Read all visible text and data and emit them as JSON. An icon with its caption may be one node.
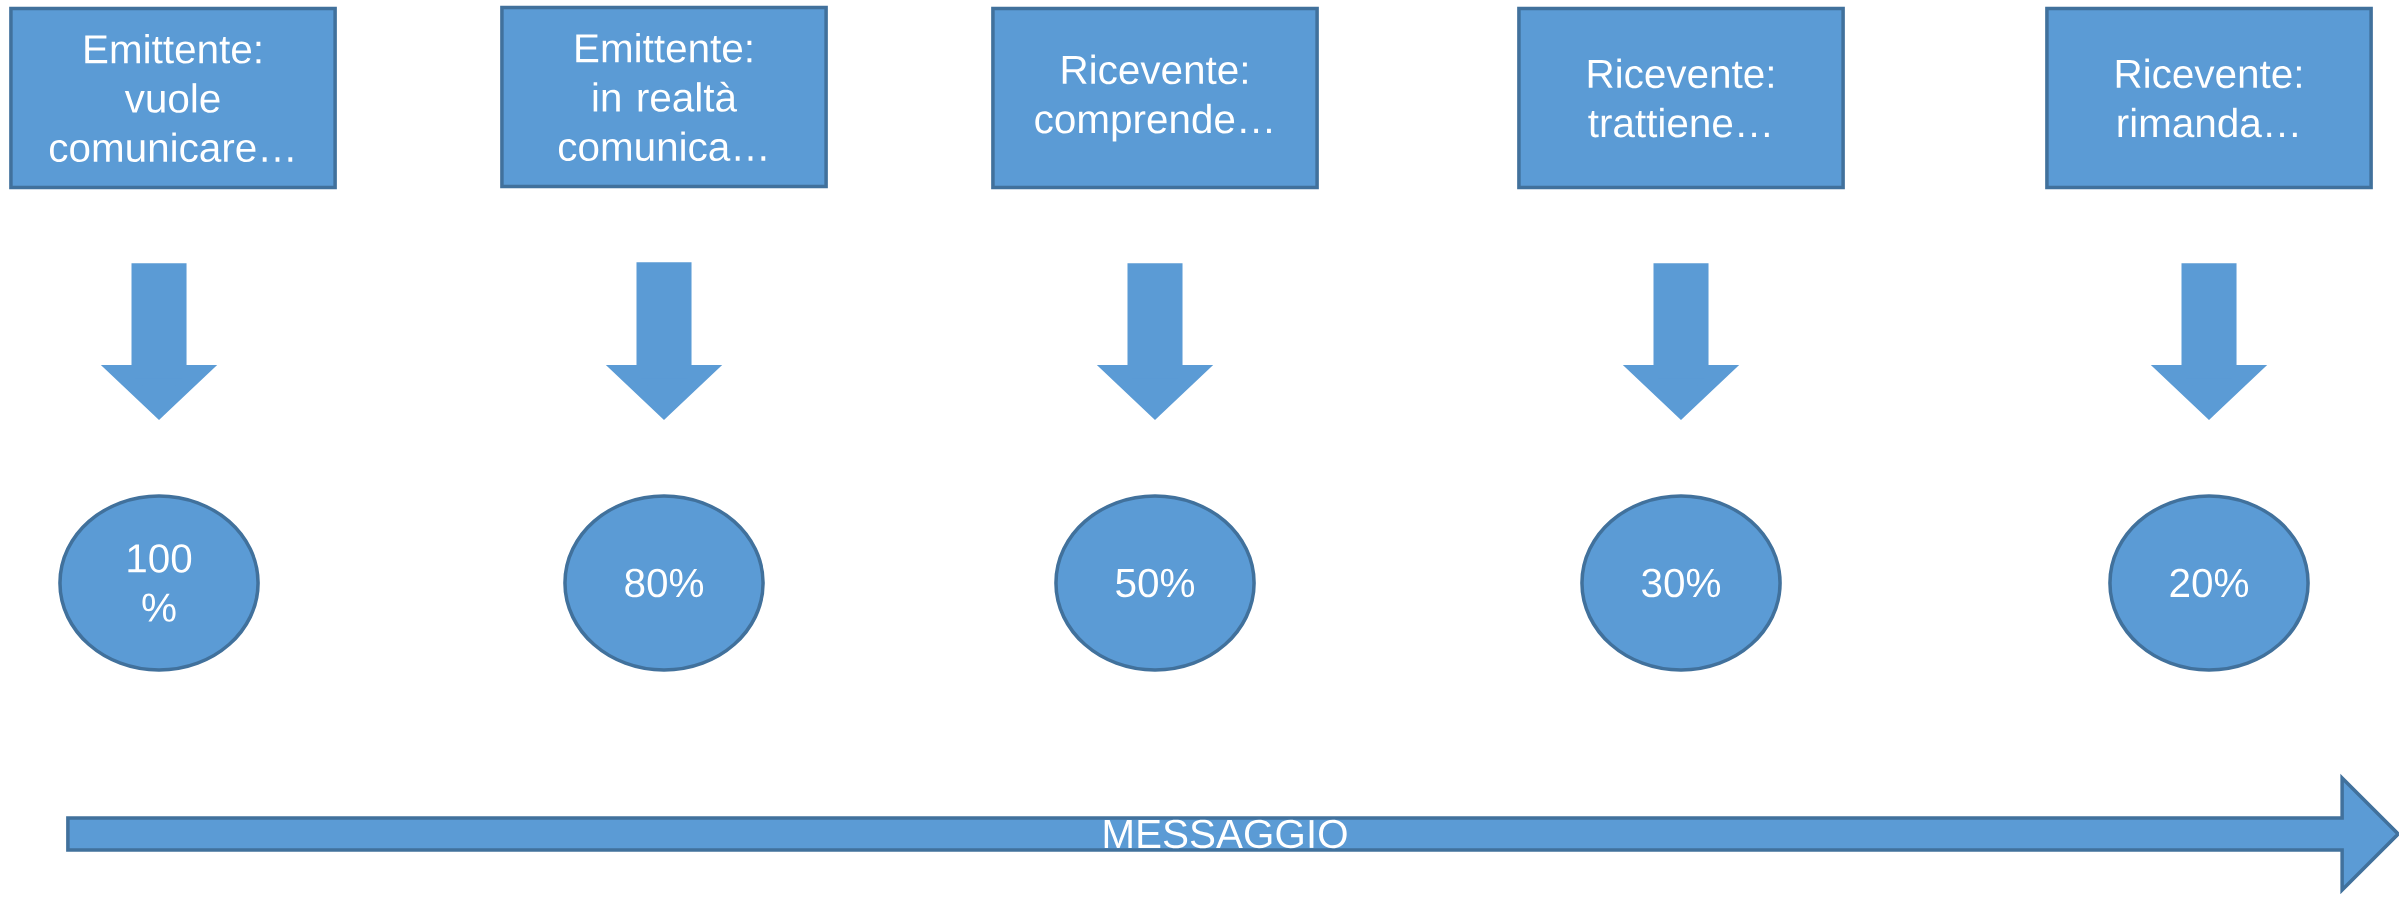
{
  "diagram": {
    "nodes": [
      {
        "text": [
          "Emittente: vuole comunicare…"
        ]
      },
      {
        "text": [
          "Emittente: in realtà comunica…"
        ]
      },
      {
        "text": [
          "Ricevente: comprende…"
        ]
      },
      {
        "text": [
          "Ricevente: trattiene…"
        ]
      },
      {
        "text": [
          "Ricevente: rimanda…"
        ]
      },
      {
        "text": [
          "100 %"
        ]
      },
      {
        "text": [
          "80%"
        ]
      },
      {
        "text": [
          "50%"
        ]
      },
      {
        "text": [
          "30%"
        ]
      },
      {
        "text": [
          "20%"
        ]
      },
      {
        "text": [
          "MESSAGGIO"
        ]
      }
    ],
    "edges": [
      {
        "from": 0,
        "to": 5,
        "arrow": "to"
      },
      {
        "from": 1,
        "to": 6,
        "arrow": "to"
      },
      {
        "from": 2,
        "to": 7,
        "arrow": "to"
      },
      {
        "from": 3,
        "to": 8,
        "arrow": "to"
      },
      {
        "from": 4,
        "to": 9,
        "arrow": "to"
      }
    ]
  }
}
